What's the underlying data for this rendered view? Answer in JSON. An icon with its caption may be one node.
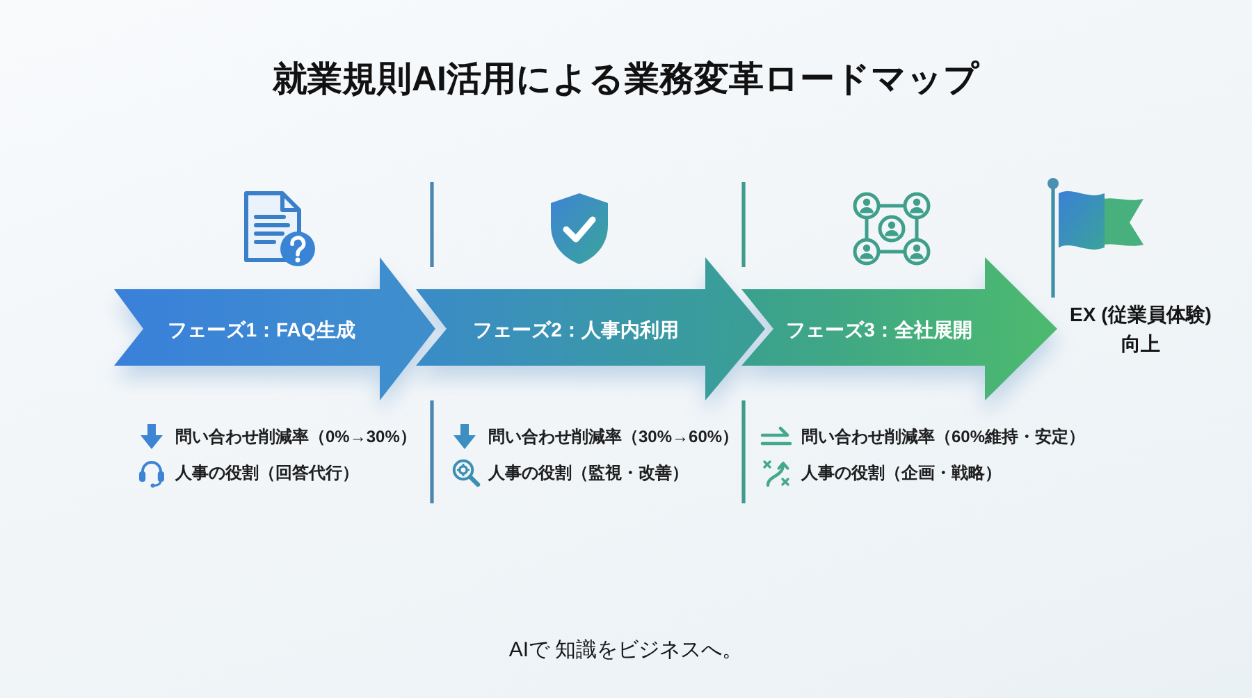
{
  "diagram": {
    "title": "就業規則AI活用による業務変革ロードマップ",
    "nodes": [
      {
        "text": [
          "フェーズ1：FAQ生成"
        ],
        "beside": [
          "問い合わせ削減率（0%→30%）",
          "人事の役割（回答代行）"
        ]
      },
      {
        "text": [
          "フェーズ2：人事内利用"
        ],
        "beside": [
          "問い合わせ削減率（30%→60%）",
          "人事の役割（監視・改善）"
        ]
      },
      {
        "text": [
          "フェーズ3：全社展開"
        ],
        "beside": [
          "問い合わせ削減率（60%維持・安定）",
          "人事の役割（企画・戦略）"
        ]
      }
    ],
    "labels": [
      "EX (従業員体験)向上",
      "AIで 知識をビジネスへ。"
    ]
  }
}
